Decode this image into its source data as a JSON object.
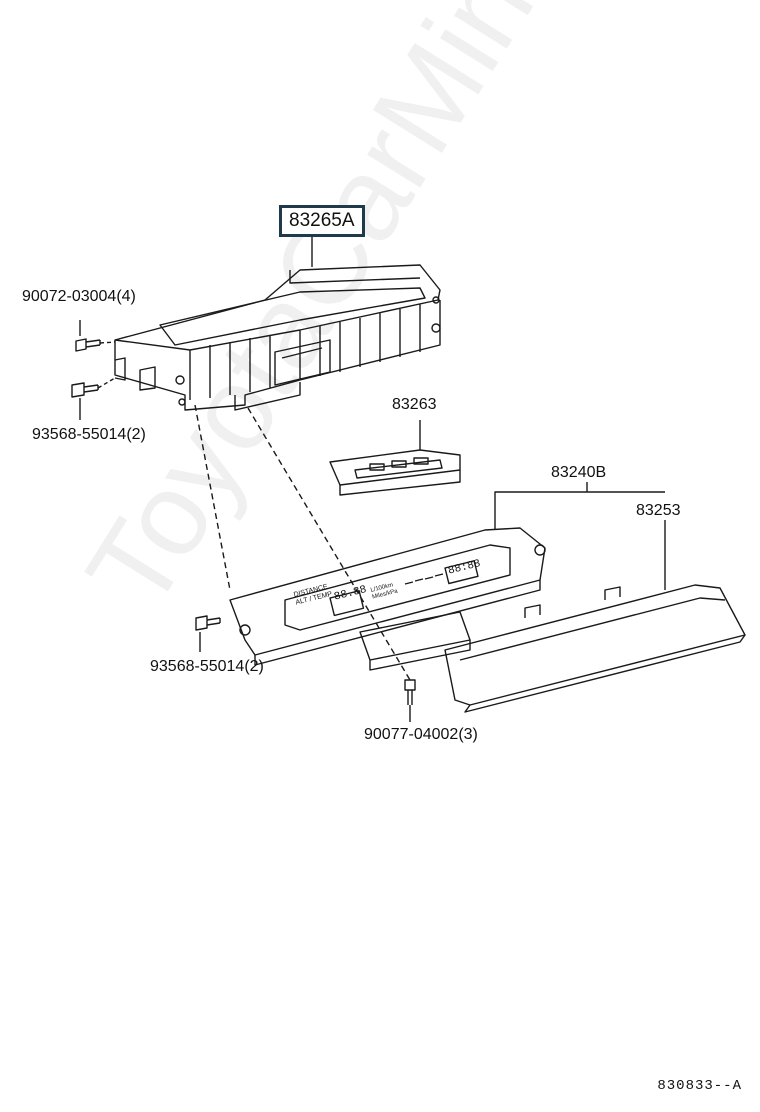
{
  "watermark": "ToyotaCarMine.ru",
  "drawing_code": "830833--A",
  "labels": {
    "display_assembly": "83265A",
    "screw_top": "90072-03004(4)",
    "screw_mid": "93568-55014(2)",
    "switch_panel": "83263",
    "cluster": "83240B",
    "cover": "83253",
    "screw_bottom_left": "93568-55014(2)",
    "screw_bottom": "90077-04002(3)"
  },
  "display_text": {
    "word1": "DISTANCE",
    "word2": "ALT / TEMP",
    "digits1": "88.88",
    "digits2": "88:88",
    "unit1": "L/100km",
    "unit2": "Miles/kPa"
  },
  "colors": {
    "line": "#1a1a1a",
    "box_border": "#1f3a4a"
  }
}
